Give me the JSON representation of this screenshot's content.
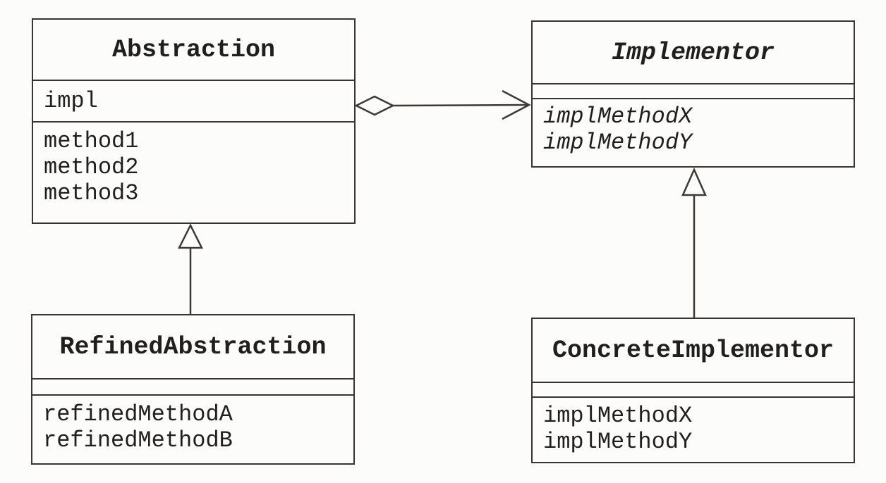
{
  "classes": {
    "abstraction": {
      "name": "Abstraction",
      "abstract": false,
      "attributes": [
        "impl"
      ],
      "methods": [
        "method1",
        "method2",
        "method3"
      ]
    },
    "implementor": {
      "name": "Implementor",
      "abstract": true,
      "attributes": [],
      "methods": [
        "implMethodX",
        "implMethodY"
      ]
    },
    "refined_abstraction": {
      "name": "RefinedAbstraction",
      "abstract": false,
      "attributes": [],
      "methods": [
        "refinedMethodA",
        "refinedMethodB"
      ]
    },
    "concrete_implementor": {
      "name": "ConcreteImplementor",
      "abstract": false,
      "attributes": [],
      "methods": [
        "implMethodX",
        "implMethodY"
      ]
    }
  },
  "relationships": [
    {
      "type": "aggregation",
      "from": "Abstraction",
      "to": "Implementor",
      "notation": "hollow diamond at Abstraction side, open arrowhead pointing at Implementor"
    },
    {
      "type": "generalization",
      "from": "RefinedAbstraction",
      "to": "Abstraction",
      "notation": "hollow triangle pointing up at Abstraction"
    },
    {
      "type": "generalization",
      "from": "ConcreteImplementor",
      "to": "Implementor",
      "notation": "hollow triangle pointing up at Implementor"
    }
  ],
  "colors": {
    "background": "#fcfcfa",
    "line": "#38342f",
    "text": "#211f1c"
  }
}
